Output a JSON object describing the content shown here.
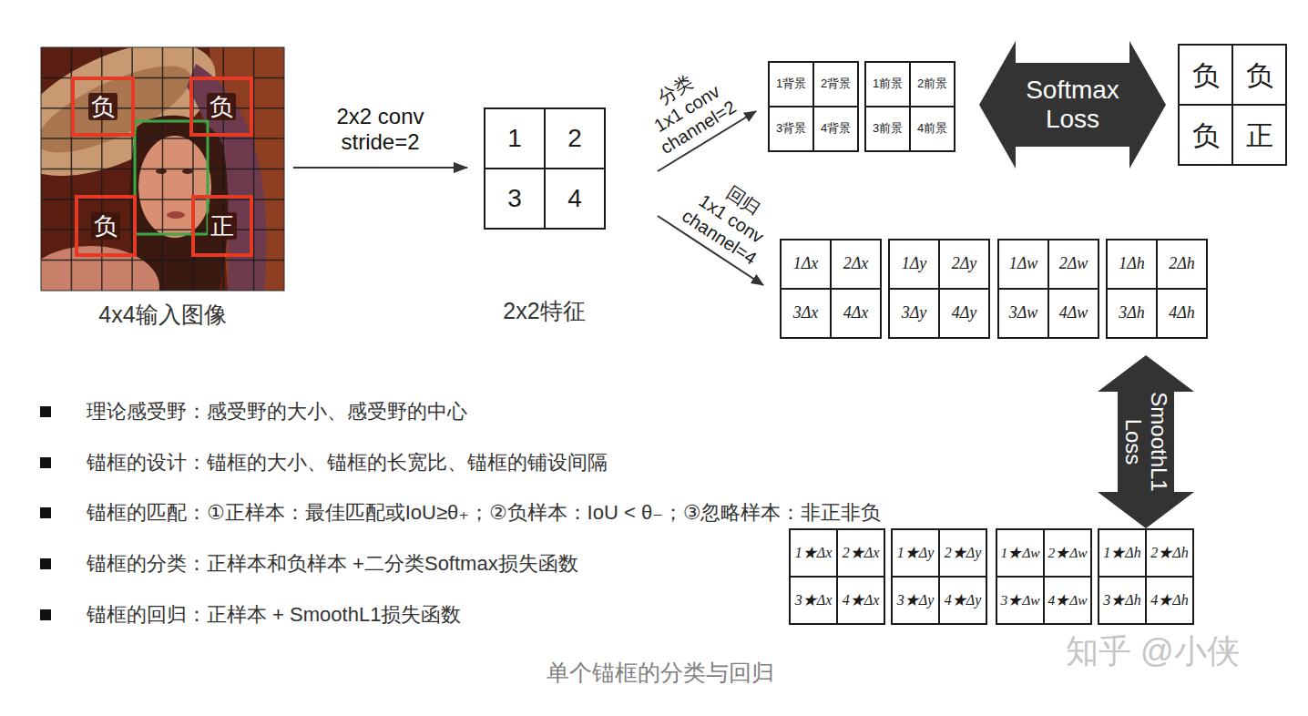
{
  "diagram": {
    "caption": "单个锚框的分类与回归",
    "nodes": [
      {
        "text": [
          "4x4输入图像"
        ]
      },
      {
        "text": [
          "负"
        ],
        "in": 0
      },
      {
        "text": [
          "负"
        ],
        "in": 0
      },
      {
        "text": [
          "负"
        ],
        "in": 0
      },
      {
        "text": [
          "正"
        ],
        "in": 0
      },
      {
        "text": [
          "2x2特征"
        ]
      },
      {
        "text": [
          "1"
        ],
        "in": 5
      },
      {
        "text": [
          "2"
        ],
        "in": 5
      },
      {
        "text": [
          "3"
        ],
        "in": 5
      },
      {
        "text": [
          "4"
        ],
        "in": 5
      },
      {
        "text": [
          "1背景"
        ]
      },
      {
        "text": [
          "2背景"
        ]
      },
      {
        "text": [
          "3背景"
        ]
      },
      {
        "text": [
          "4背景"
        ]
      },
      {
        "text": [
          "1前景"
        ]
      },
      {
        "text": [
          "2前景"
        ]
      },
      {
        "text": [
          "3前景"
        ]
      },
      {
        "text": [
          "4前景"
        ]
      },
      {
        "text": [
          "Softmax Loss"
        ]
      },
      {
        "text": [
          "负"
        ]
      },
      {
        "text": [
          "负"
        ]
      },
      {
        "text": [
          "负"
        ]
      },
      {
        "text": [
          "正"
        ]
      },
      {
        "text": [
          "1Δx"
        ]
      },
      {
        "text": [
          "2Δx"
        ]
      },
      {
        "text": [
          "3Δx"
        ]
      },
      {
        "text": [
          "4Δx"
        ]
      },
      {
        "text": [
          "1Δy"
        ]
      },
      {
        "text": [
          "2Δy"
        ]
      },
      {
        "text": [
          "3Δy"
        ]
      },
      {
        "text": [
          "4Δy"
        ]
      },
      {
        "text": [
          "1Δw"
        ]
      },
      {
        "text": [
          "2Δw"
        ]
      },
      {
        "text": [
          "3Δw"
        ]
      },
      {
        "text": [
          "4Δw"
        ]
      },
      {
        "text": [
          "1Δh"
        ]
      },
      {
        "text": [
          "2Δh"
        ]
      },
      {
        "text": [
          "3Δh"
        ]
      },
      {
        "text": [
          "4Δh"
        ]
      },
      {
        "text": [
          "SmoothL1 Loss"
        ]
      },
      {
        "text": [
          "1★Δx"
        ]
      },
      {
        "text": [
          "2★Δx"
        ]
      },
      {
        "text": [
          "3★Δx"
        ]
      },
      {
        "text": [
          "4★Δx"
        ]
      },
      {
        "text": [
          "1★Δy"
        ]
      },
      {
        "text": [
          "2★Δy"
        ]
      },
      {
        "text": [
          "3★Δy"
        ]
      },
      {
        "text": [
          "4★Δy"
        ]
      },
      {
        "text": [
          "1★Δw"
        ]
      },
      {
        "text": [
          "2★Δw"
        ]
      },
      {
        "text": [
          "3★Δw"
        ]
      },
      {
        "text": [
          "4★Δw"
        ]
      },
      {
        "text": [
          "1★Δh"
        ]
      },
      {
        "text": [
          "2★Δh"
        ]
      },
      {
        "text": [
          "3★Δh"
        ]
      },
      {
        "text": [
          "4★Δh"
        ]
      }
    ],
    "edges": [
      {
        "from": 0,
        "to": 5,
        "arrow": "to",
        "label": "2x2 conv stride=2"
      }
    ],
    "labels": [
      "分类",
      "1x1 conv",
      "channel=2",
      "回归",
      "1x1 conv",
      "channel=4",
      "理论感受野：感受野的大小、感受野的中心",
      "锚框的设计：锚框的大小、锚框的长宽比、锚框的铺设间隔",
      "锚框的匹配：①正样本：最佳匹配或IoU≥θ₊；②负样本：IoU < θ₋；③忽略样本：非正非负",
      "锚框的分类：正样本和负样本 +二分类Softmax损失函数",
      "锚框的回归：正样本 + SmoothL1损失函数",
      "知乎 @小侠"
    ]
  }
}
